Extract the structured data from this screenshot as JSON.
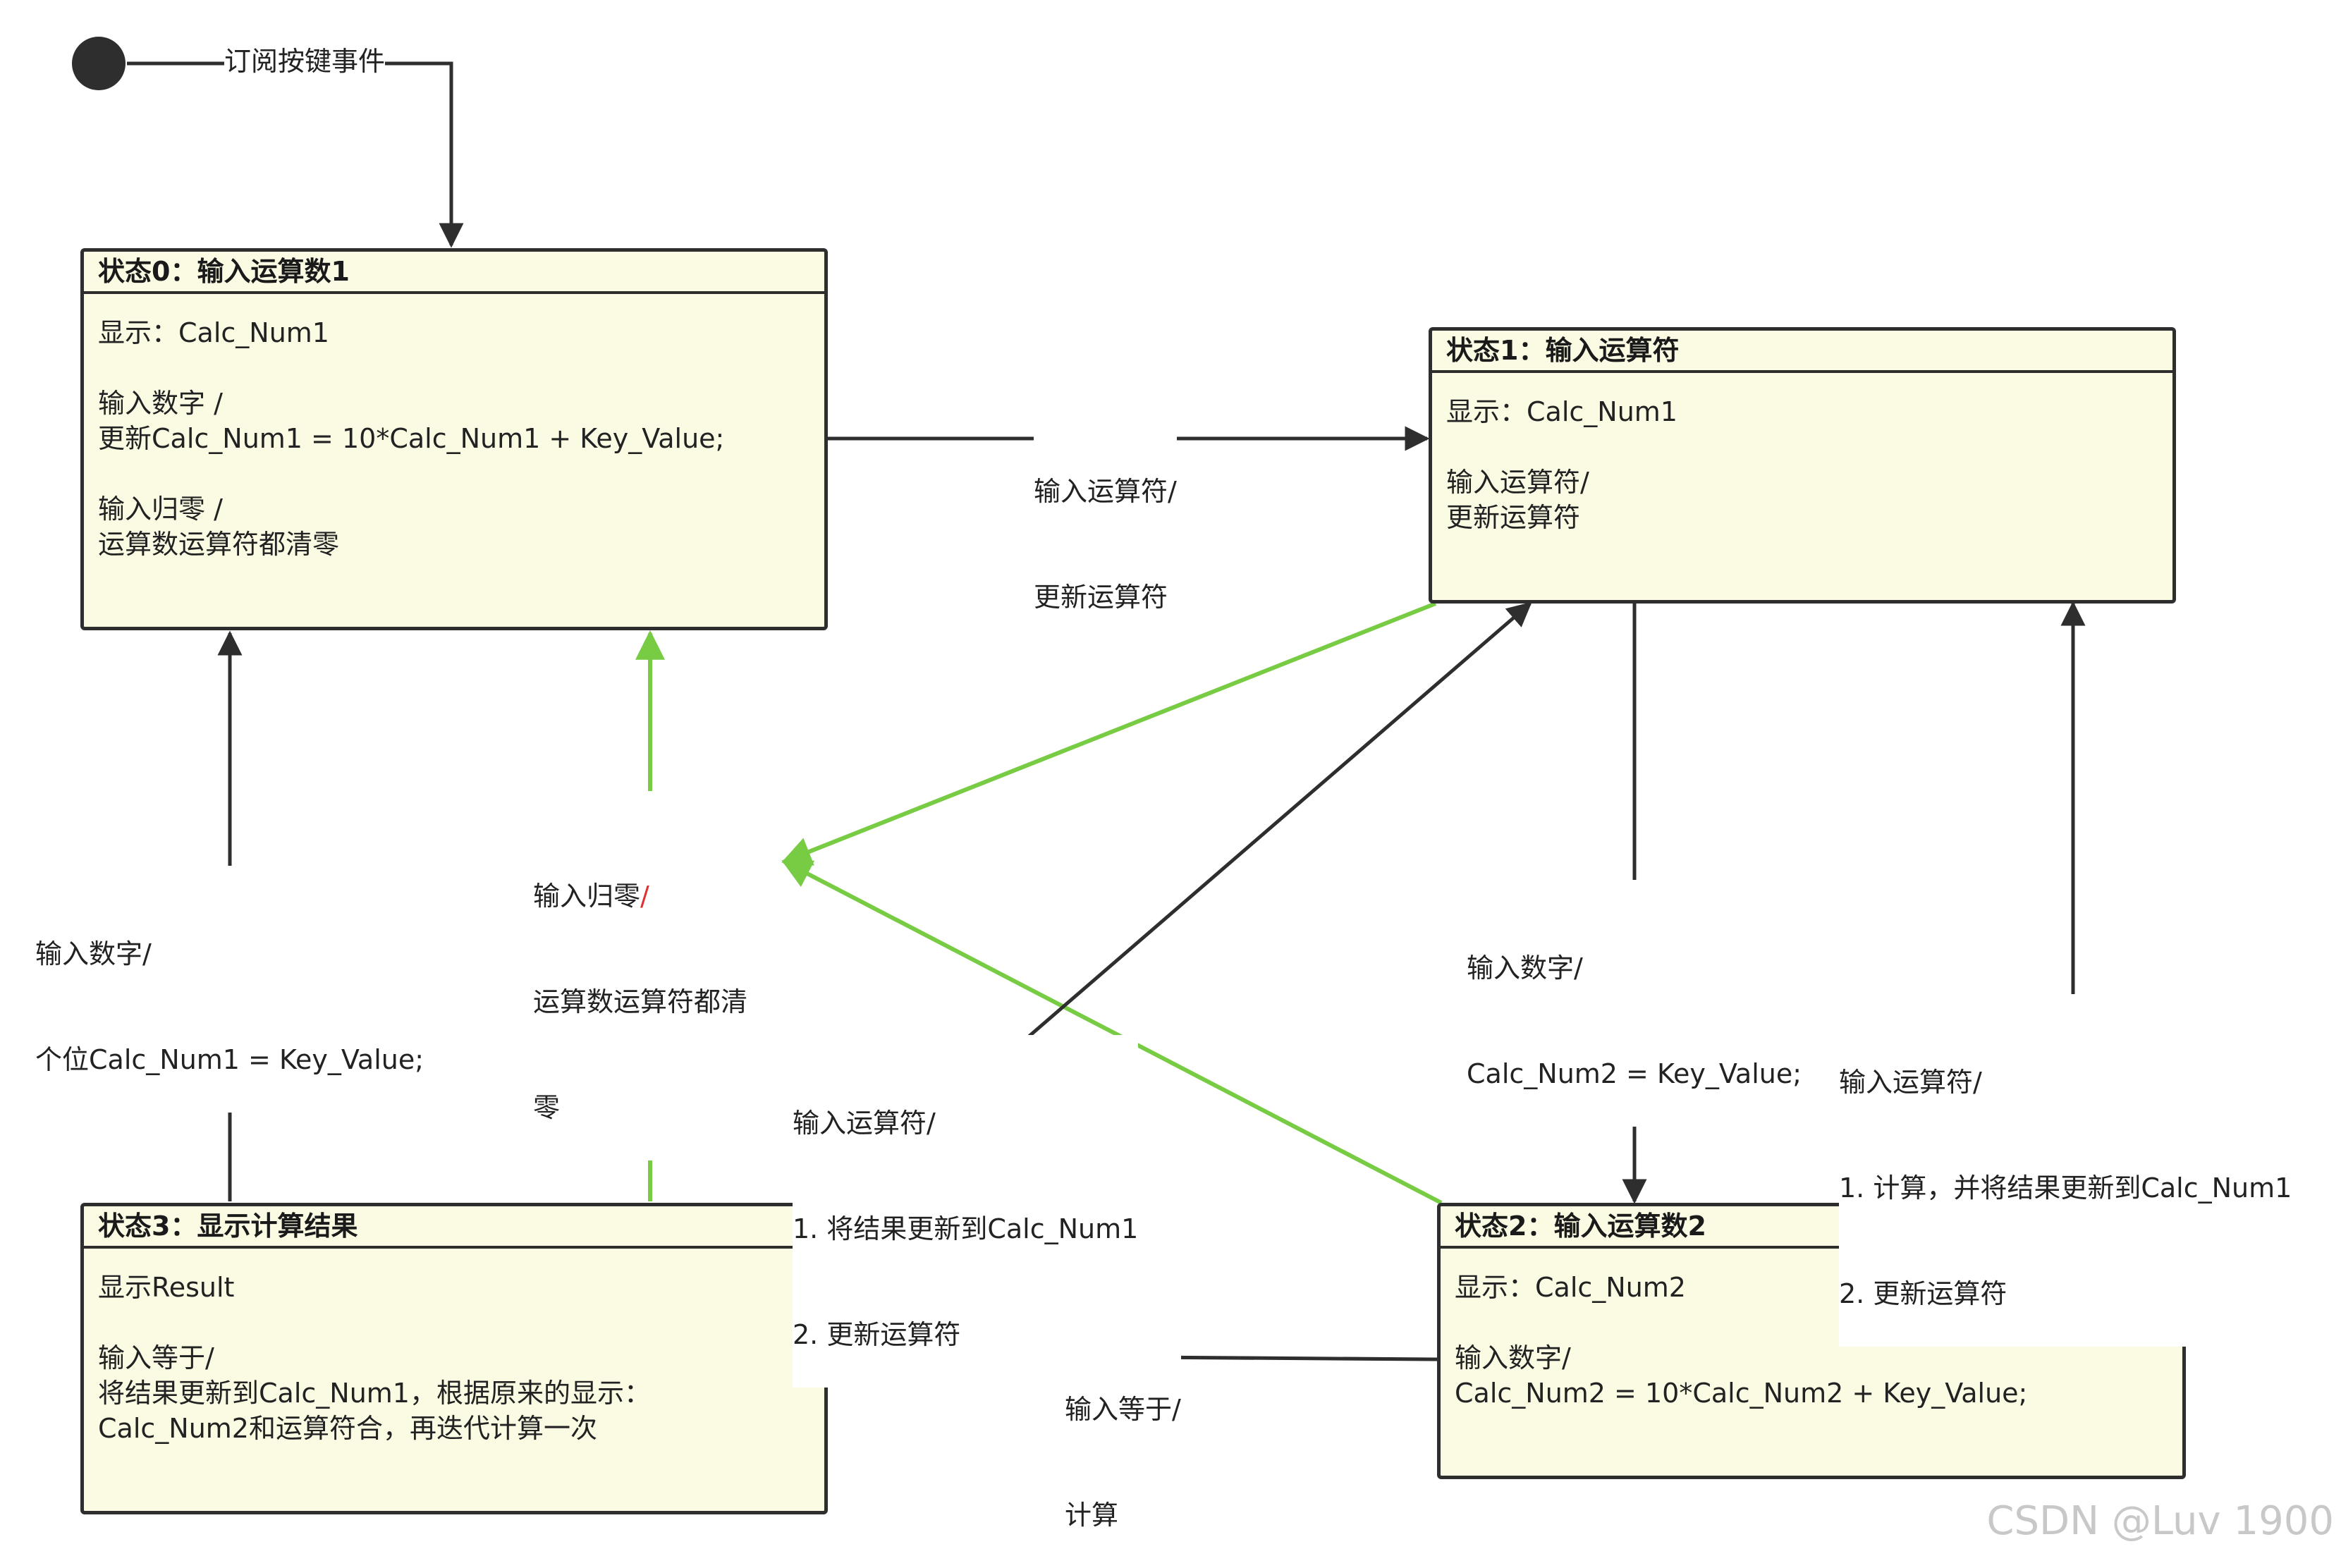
{
  "start_label": "订阅按键事件",
  "states": {
    "s0": {
      "title": "状态0：输入运算数1",
      "lines": [
        "显示：Calc_Num1",
        "",
        "输入数字 /",
        "更新Calc_Num1 = 10*Calc_Num1 + Key_Value;",
        "",
        "输入归零 /",
        "运算数运算符都清零"
      ]
    },
    "s1": {
      "title": "状态1：输入运算符",
      "lines": [
        "显示：Calc_Num1",
        "",
        "输入运算符/",
        "更新运算符"
      ]
    },
    "s2": {
      "title": "状态2：输入运算数2",
      "lines": [
        "显示：Calc_Num2",
        "",
        "输入数字/",
        "Calc_Num2 = 10*Calc_Num2 + Key_Value;"
      ]
    },
    "s3": {
      "title": "状态3：显示计算结果",
      "lines": [
        "显示Result",
        "",
        "输入等于/",
        "将结果更新到Calc_Num1，根据原来的显示：",
        "Calc_Num2和运算符合，再迭代计算一次"
      ]
    }
  },
  "transitions": {
    "s0_to_s1": [
      "输入运算符/",
      "更新运算符"
    ],
    "s3_to_s0": [
      "输入数字/",
      "个位Calc_Num1 = Key_Value;"
    ],
    "reset": {
      "line1": "输入归零",
      "slash": "/",
      "line2": "运算数运算符都清",
      "line3": "零"
    },
    "s3_to_s1": [
      "输入运算符/",
      "1. 将结果更新到Calc_Num1",
      "2. 更新运算符"
    ],
    "s1_to_s2": [
      "输入数字/",
      "Calc_Num2 = Key_Value;"
    ],
    "s2_to_s1": [
      "输入运算符/",
      "1. 计算，并将结果更新到Calc_Num1",
      "2. 更新运算符"
    ],
    "s2_to_s3": [
      "输入等于/",
      "计算"
    ]
  },
  "colors": {
    "edge": "#2e2e2e",
    "reset_edge": "#77cc44",
    "state_fill": "#fbfbe4",
    "accent_red": "#e03030"
  },
  "watermark": "CSDN @Luv 1900"
}
